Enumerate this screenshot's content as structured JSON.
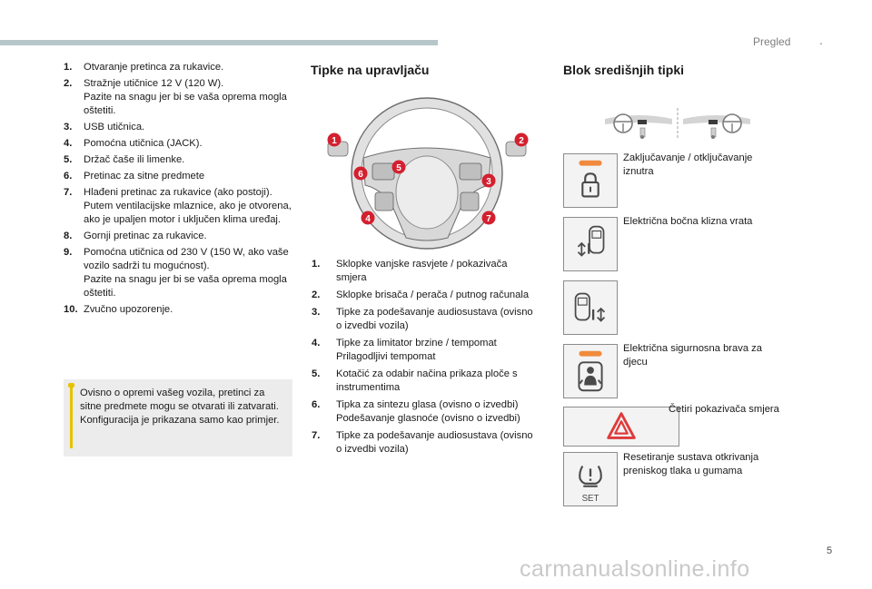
{
  "header": {
    "title": "Pregled",
    "dot": "."
  },
  "page_number": "5",
  "watermark": "carmanualsonline.info",
  "column1": {
    "items": [
      {
        "num": "1.",
        "text": "Otvaranje pretinca za rukavice."
      },
      {
        "num": "2.",
        "text": "Stražnje utičnice 12 V (120 W).\nPazite na snagu jer bi se vaša oprema mogla oštetiti."
      },
      {
        "num": "3.",
        "text": "USB utičnica."
      },
      {
        "num": "4.",
        "text": "Pomoćna utičnica (JACK)."
      },
      {
        "num": "5.",
        "text": "Držač čaše ili limenke."
      },
      {
        "num": "6.",
        "text": "Pretinac za sitne predmete"
      },
      {
        "num": "7.",
        "text": "Hlađeni pretinac za rukavice (ako postoji).\nPutem ventilacijske mlaznice, ako je otvorena, ako je upaljen motor i uključen klima uređaj."
      },
      {
        "num": "8.",
        "text": "Gornji pretinac za rukavice."
      },
      {
        "num": "9.",
        "text": "Pomoćna utičnica od 230 V (150 W, ako vaše vozilo sadrži tu mogućnost).\nPazite na snagu jer bi se vaša oprema mogla oštetiti."
      },
      {
        "num": "10.",
        "text": "Zvučno upozorenje."
      }
    ],
    "note": "Ovisno o opremi vašeg vozila, pretinci za sitne predmete mogu se otvarati ili zatvarati. Konfiguracija je prikazana samo kao primjer."
  },
  "column2": {
    "title": "Tipke na upravljaču",
    "callouts": [
      "1",
      "2",
      "3",
      "4",
      "5",
      "6",
      "7"
    ],
    "items": [
      {
        "num": "1.",
        "text": "Sklopke vanjske rasvjete / pokazivača smjera"
      },
      {
        "num": "2.",
        "text": "Sklopke brisača / perača / putnog računala"
      },
      {
        "num": "3.",
        "text": "Tipke za podešavanje audiosustava (ovisno o izvedbi vozila)"
      },
      {
        "num": "4.",
        "text": "Tipke za limitator brzine / tempomat\nPrilagodljivi tempomat"
      },
      {
        "num": "5.",
        "text": "Kotačić za odabir načina prikaza ploče s instrumentima"
      },
      {
        "num": "6.",
        "text": "Tipka za sintezu glasa (ovisno o izvedbi)\nPodešavanje glasnoće (ovisno o izvedbi)"
      },
      {
        "num": "7.",
        "text": "Tipke za podešavanje audiosustava (ovisno o izvedbi vozila)"
      }
    ]
  },
  "column3": {
    "title": "Blok središnjih tipki",
    "buttons": [
      {
        "label": "Zaključavanje / otključavanje iznutra",
        "icon": "lock-icon"
      },
      {
        "label": "Električna bočna klizna vrata",
        "icon": "sliding-door-left-icon"
      },
      {
        "label": "",
        "icon": "sliding-door-right-icon"
      },
      {
        "label": "Električna sigurnosna brava za djecu",
        "icon": "child-lock-icon"
      },
      {
        "label": "Četiri pokazivača smjera",
        "icon": "hazard-warning-icon"
      },
      {
        "label": "Resetiranje sustava otkrivanja preniskog tlaka u gumama",
        "icon": "tyre-pressure-icon",
        "icon_text": "SET"
      }
    ]
  },
  "colors": {
    "header_bar": "#b7c6c9",
    "callout_red": "#d3202f",
    "indicator_orange": "#f08a3c",
    "note_bar": "#e6c200",
    "note_bg": "#ececec"
  }
}
